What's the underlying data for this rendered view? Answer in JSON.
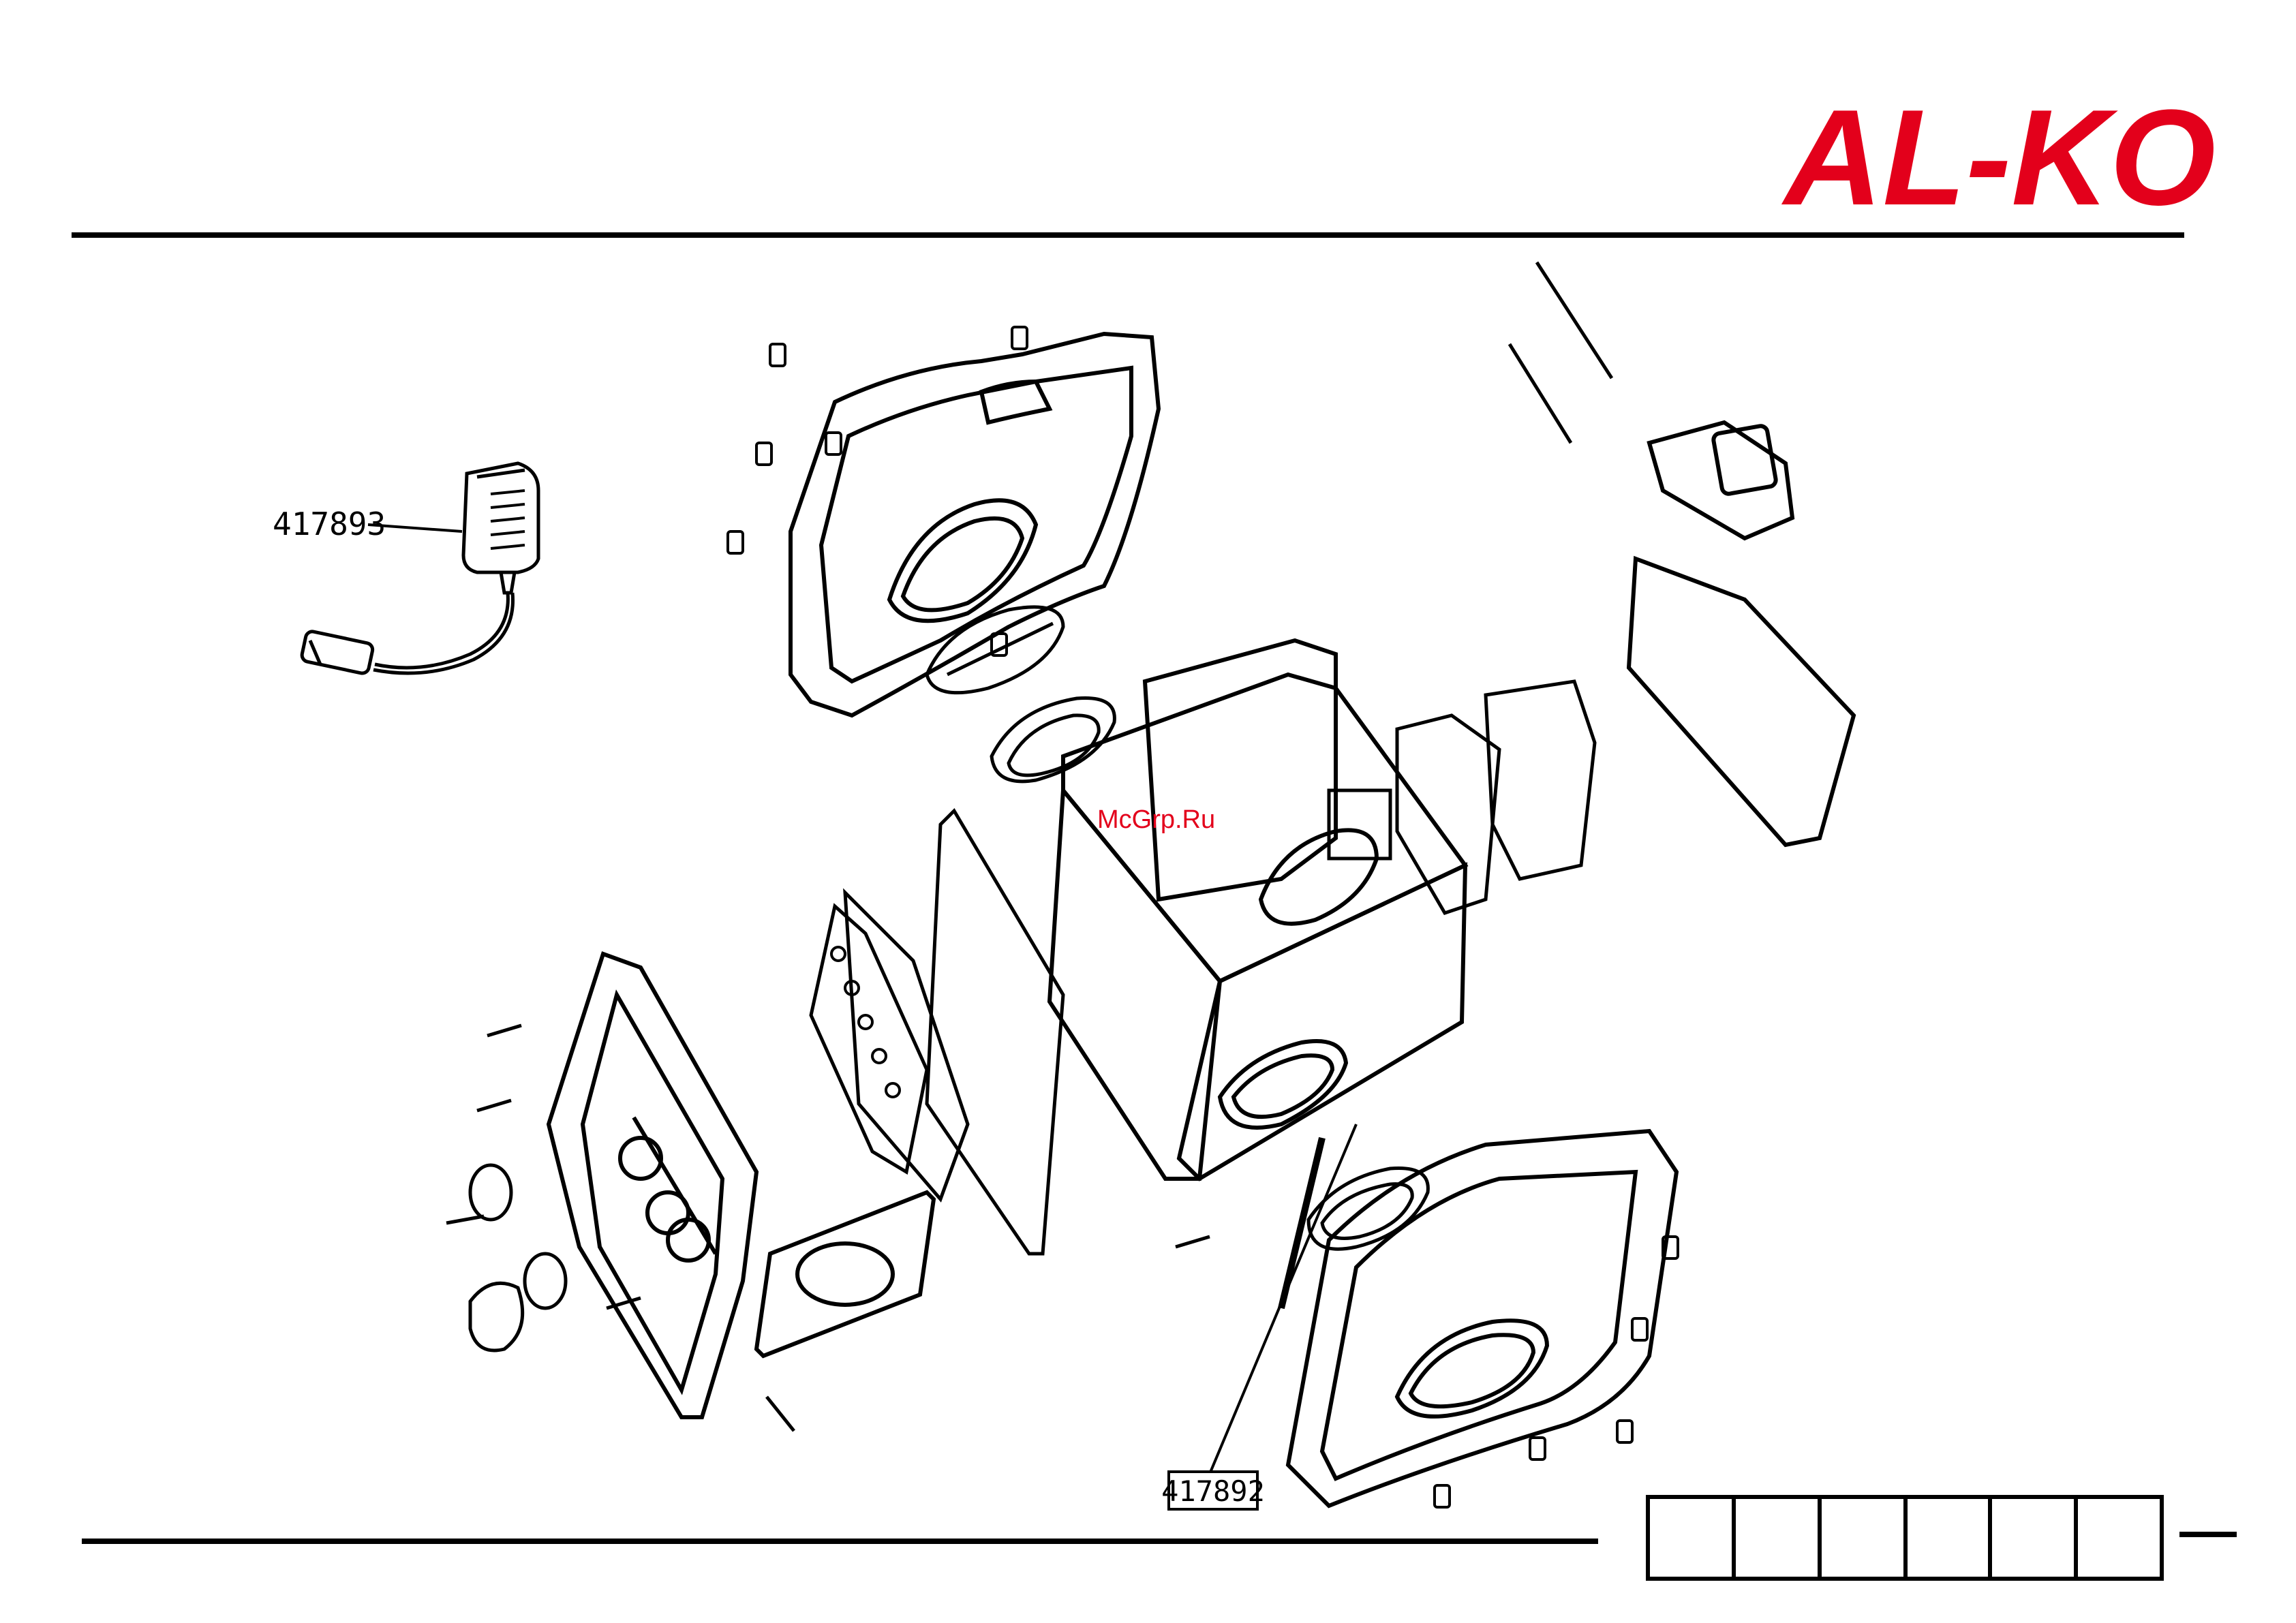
{
  "brand": {
    "logo_text": "AL-KO",
    "color": "#e3001b"
  },
  "watermark": {
    "text": "McGrp.Ru",
    "color": "#e3001b"
  },
  "callouts": [
    {
      "id": "charger",
      "part_number": "417893"
    },
    {
      "id": "radio-unit",
      "part_number": "417892"
    }
  ],
  "footer_boxes": [
    "",
    "",
    "",
    "",
    "",
    ""
  ]
}
